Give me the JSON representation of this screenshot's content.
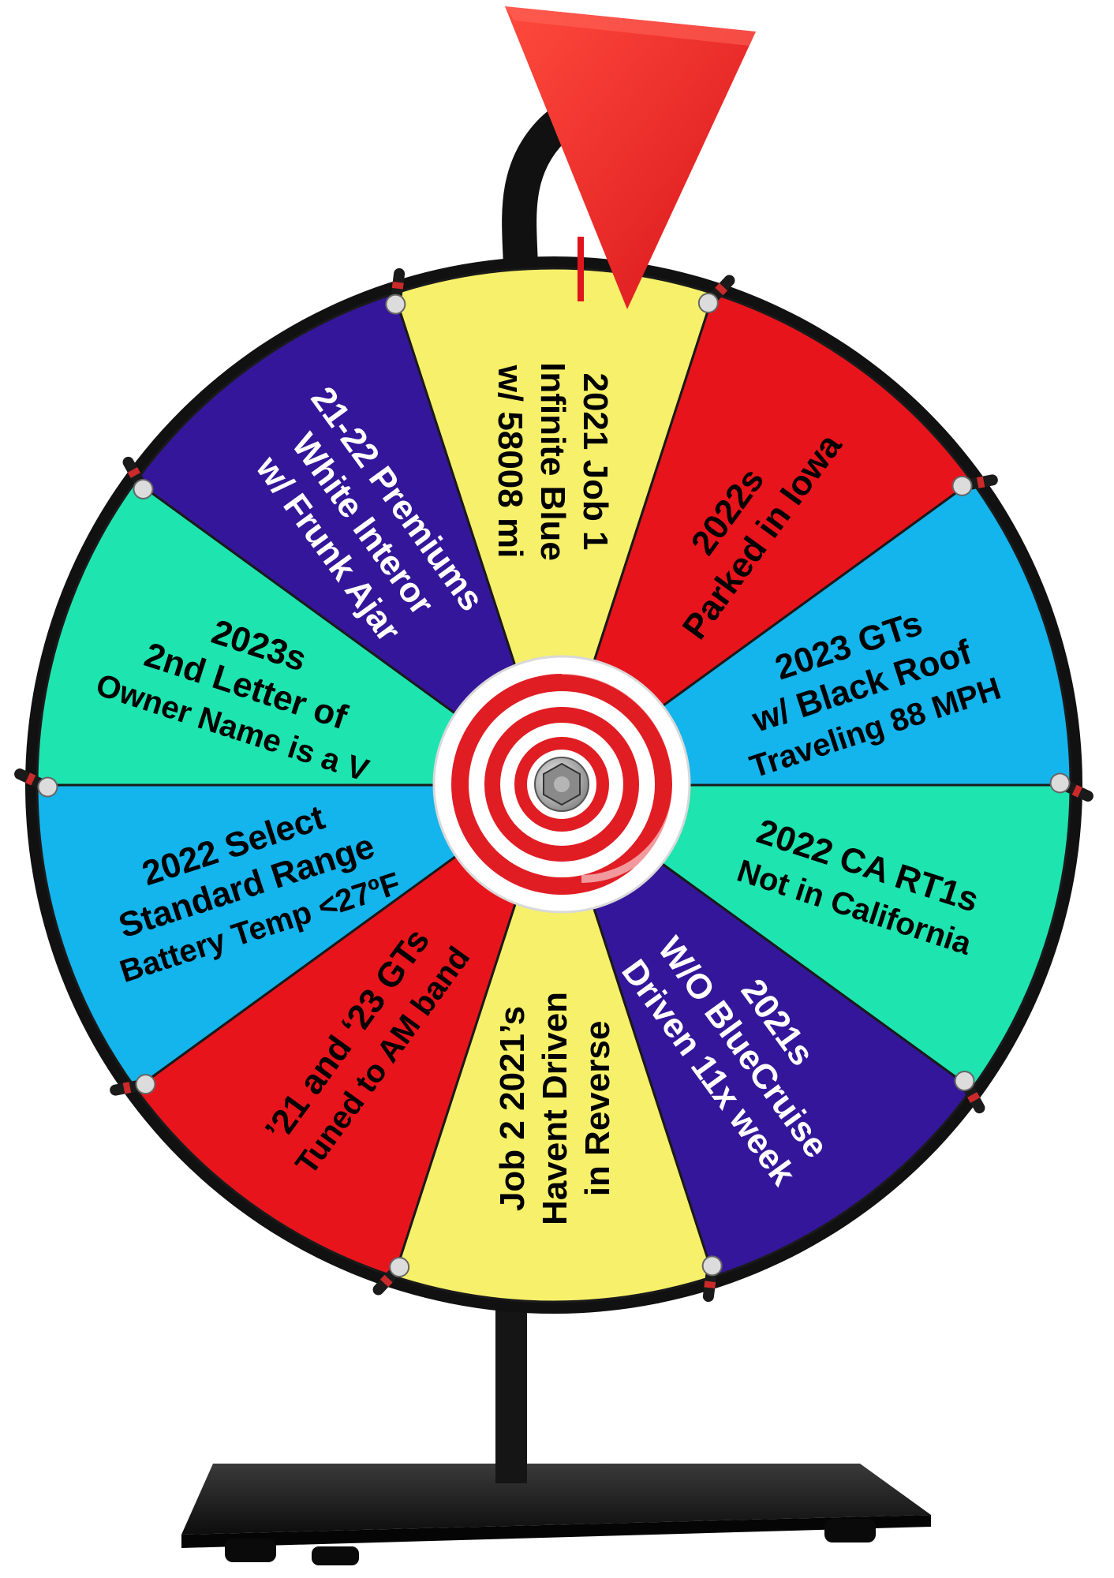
{
  "segments": [
    {
      "lines": [
        "2021 Job 1",
        "Infinite Blue",
        "w/ 58008 mi"
      ],
      "color": "#f7f06a"
    },
    {
      "lines": [
        "2022s",
        "Parked in Iowa"
      ],
      "color": "#e8141c"
    },
    {
      "lines": [
        "2023 GTs",
        "w/ Black Roof",
        "Traveling 88 MPH"
      ],
      "color": "#14b4ec"
    },
    {
      "lines": [
        "2022 CA RT1s",
        "Not in California"
      ],
      "color": "#1ee4b0"
    },
    {
      "lines": [
        "2021s",
        "W/O BlueCruise",
        "Driven 11x week"
      ],
      "color": "#34169a"
    },
    {
      "lines": [
        "Job 2 2021’s",
        "Havent Driven",
        "in Reverse"
      ],
      "color": "#f7f06a"
    },
    {
      "lines": [
        "’21 and ‘23 GTs",
        "Tuned to AM band"
      ],
      "color": "#e8141c"
    },
    {
      "lines": [
        "2022 Select",
        "Standard Range",
        "Battery Temp <27ºF"
      ],
      "color": "#14b4ec"
    },
    {
      "lines": [
        "2023s",
        "2nd Letter of",
        "Owner Name is a V"
      ],
      "color": "#1ee4b0"
    },
    {
      "lines": [
        "21-22 Premiums",
        "White Interor",
        "w/ Frunk Ajar"
      ],
      "color": "#34169a"
    }
  ],
  "colors": {
    "pointer": "#ee2b2b",
    "rim": "#111111",
    "stand": "#151515",
    "hub_red": "#e11d24",
    "hub_white": "#ffffff",
    "text_on_light": "#000000",
    "text_on_dark": "#ffffff"
  },
  "icons": {
    "pointer": "pointer-triangle-icon",
    "peg": "peg-icon",
    "hub": "spiral-hub-icon",
    "bolt": "hex-bolt-icon"
  }
}
